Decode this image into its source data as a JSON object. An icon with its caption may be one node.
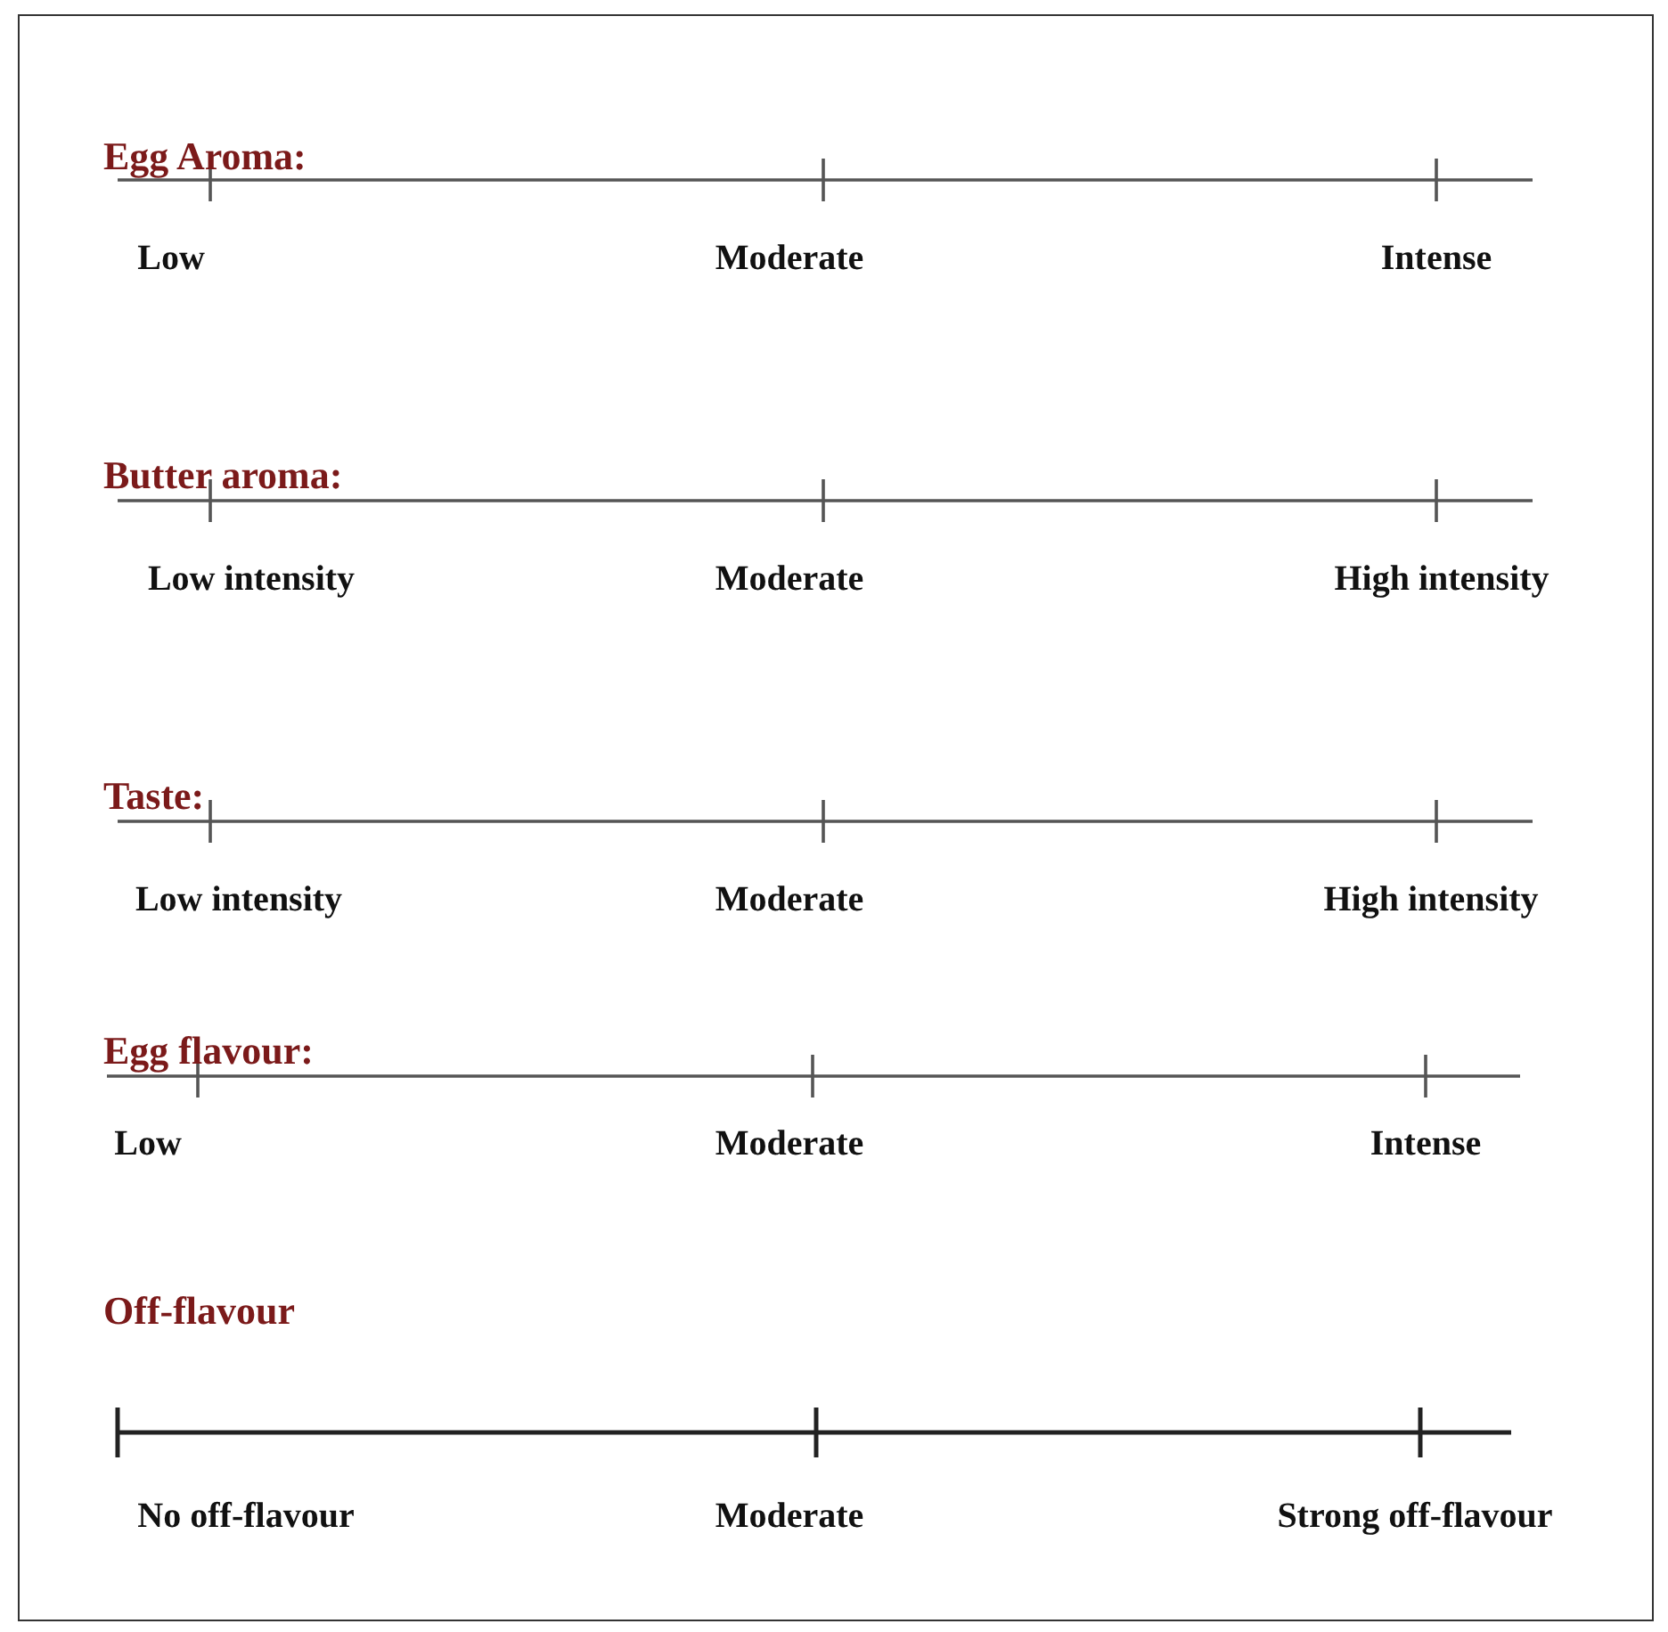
{
  "diagram": {
    "labels": [
      "Egg Aroma:",
      "Low",
      "Moderate",
      "Intense",
      "Butter aroma:",
      "Low intensity",
      "Moderate",
      "High intensity",
      "Taste:",
      "Low intensity",
      "Moderate",
      "High intensity",
      "Egg flavour:",
      "Low",
      "Moderate",
      "Intense",
      "Off-flavour",
      "No off-flavour",
      "Moderate",
      "Strong off-flavour"
    ]
  }
}
